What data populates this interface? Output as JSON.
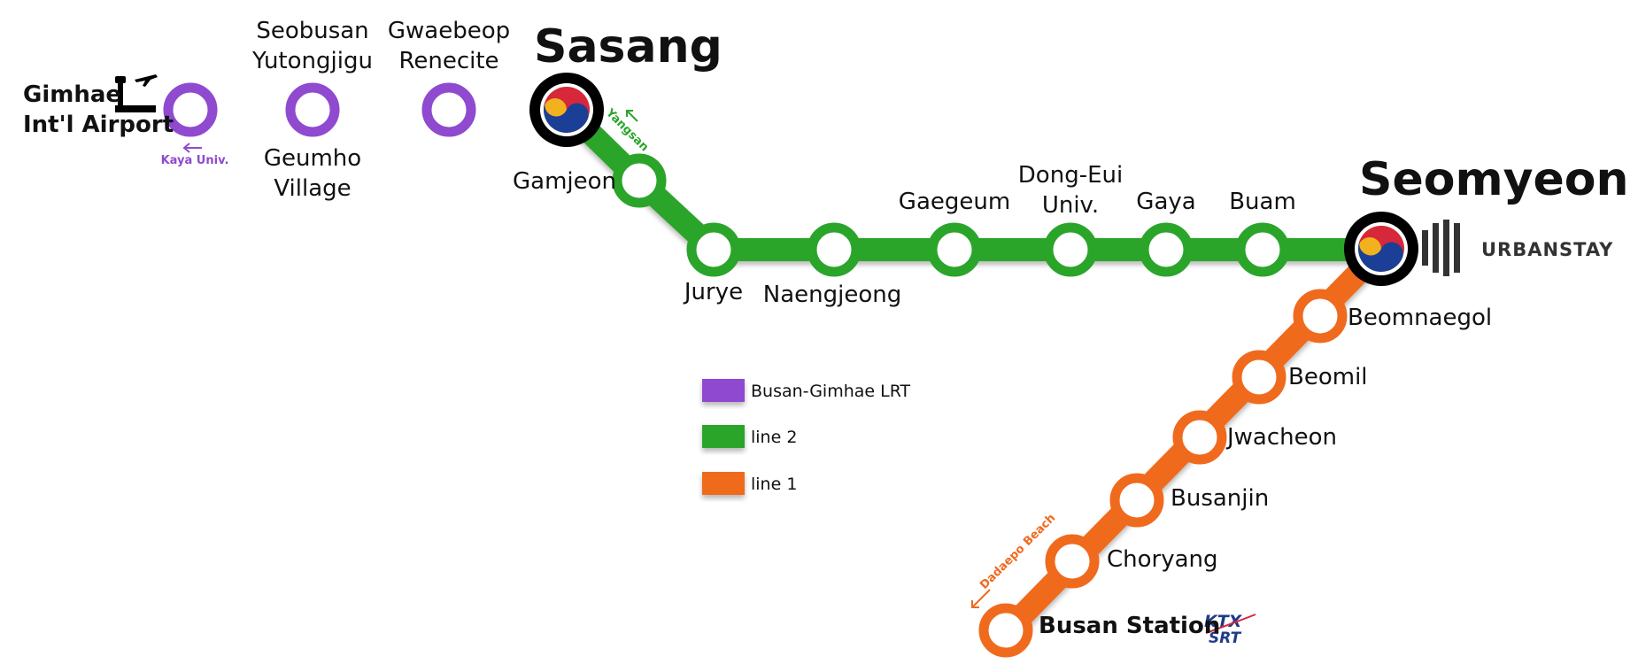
{
  "lines": {
    "lrt": {
      "color": "#8f4ad0",
      "legend": "Busan-Gimhae LRT"
    },
    "line2": {
      "color": "#2aa52a",
      "legend": "line 2"
    },
    "line1": {
      "color": "#f06a1e",
      "legend": "line 1"
    }
  },
  "major_stations": {
    "sasang": "Sasang",
    "seomyeon": "Seomyeon"
  },
  "stations": {
    "gimhae_1": "Gimhae",
    "gimhae_2": "Int'l Airport",
    "seobusan_1": "Seobusan",
    "seobusan_2": "Yutongjigu",
    "gwaebeop_1": "Gwaebeop",
    "gwaebeop_2": "Renecite",
    "geumho_1": "Geumho",
    "geumho_2": "Village",
    "gamjeon": "Gamjeon",
    "jurye": "Jurye",
    "naengjeong": "Naengjeong",
    "gaegeum": "Gaegeum",
    "dongeui_1": "Dong-Eui",
    "dongeui_2": "Univ.",
    "gaya": "Gaya",
    "buam": "Buam",
    "beomnaegol": "Beomnaegol",
    "beomil": "Beomil",
    "jwacheon": "Jwacheon",
    "busanjin": "Busanjin",
    "choryang": "Choryang",
    "busan_station": "Busan Station"
  },
  "directions": {
    "kaya": "Kaya Univ.",
    "yangsan": "Yangsan",
    "dadaepo": "Dadaepo Beach"
  },
  "logos": {
    "urbanstay": "URBANSTAY",
    "ktx": "KTX",
    "srt": "SRT"
  },
  "icons": {
    "airport": "airport-icon",
    "taegeuk": "taegeuk-icon",
    "urbanstay": "urbanstay-logo",
    "rail": "ktx-srt-logo"
  }
}
